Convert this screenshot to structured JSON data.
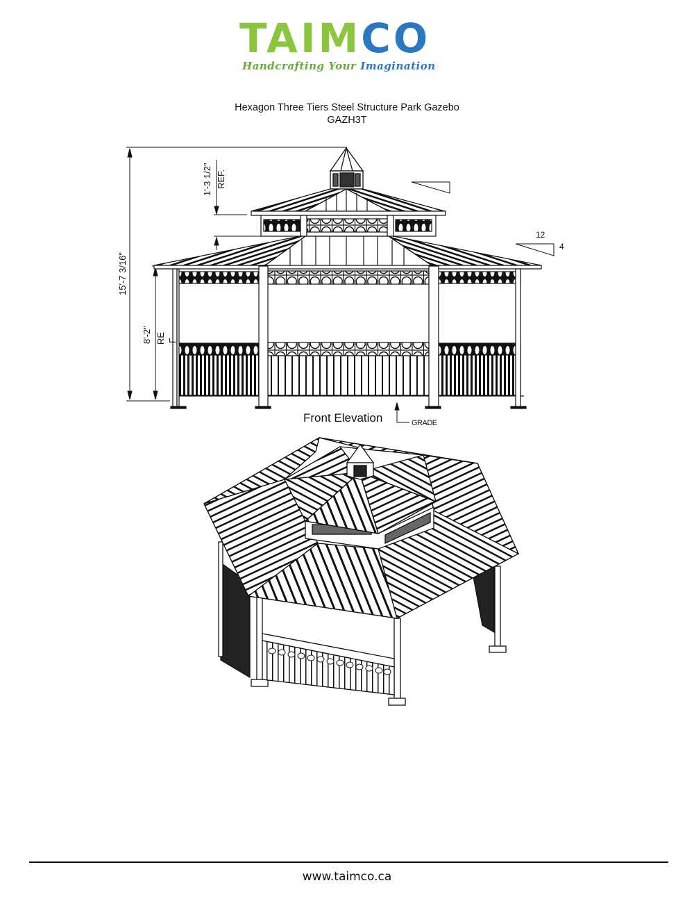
{
  "brand": {
    "logo_part1": "TAIM",
    "logo_part2": "CO",
    "tagline_part1": "Handcrafting Your ",
    "tagline_part2": "Imagination",
    "colors": {
      "green": "#8cc63f",
      "blue": "#2b78c2"
    }
  },
  "document": {
    "title": "Hexagon Three Tiers Steel Structure Park Gazebo",
    "model": "GAZH3T"
  },
  "front_elevation": {
    "caption": "Front Elevation",
    "grade_label": "GRADE",
    "overall_height": "15'-7 3/16\"",
    "eave_height": "8'-2\"",
    "eave_ref_1": "RE",
    "eave_ref_2": "F",
    "cupola_dim": "1'-3  1/2\"",
    "cupola_ref": "REF.",
    "pitch_run": "12",
    "pitch_rise": "4"
  },
  "footer": {
    "url": "www.taimco.ca"
  }
}
